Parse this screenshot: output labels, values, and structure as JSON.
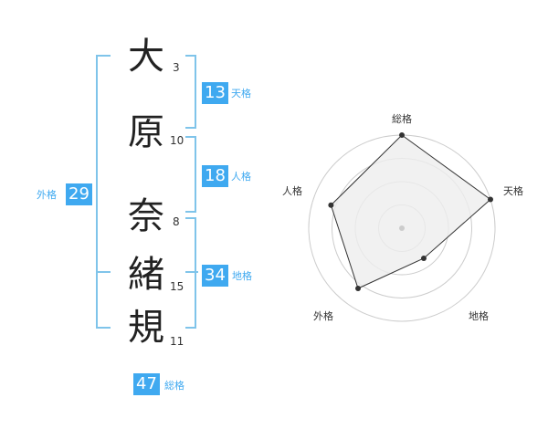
{
  "name": {
    "characters": [
      {
        "char": "大",
        "strokes": "3"
      },
      {
        "char": "原",
        "strokes": "10"
      },
      {
        "char": "奈",
        "strokes": "8"
      },
      {
        "char": "緒",
        "strokes": "15"
      },
      {
        "char": "規",
        "strokes": "11"
      }
    ]
  },
  "fortunes": {
    "tenkaku": {
      "value": "13",
      "label": "天格"
    },
    "jinkaku": {
      "value": "18",
      "label": "人格"
    },
    "chikaku": {
      "value": "34",
      "label": "地格"
    },
    "gaikaku": {
      "value": "29",
      "label": "外格"
    },
    "soukaku": {
      "value": "47",
      "label": "総格"
    }
  },
  "chart_data": {
    "type": "radar",
    "axes": [
      "総格",
      "天格",
      "地格",
      "外格",
      "人格"
    ],
    "values": [
      5,
      5,
      2,
      4,
      4
    ],
    "range": [
      0,
      5
    ],
    "rings": 4,
    "colors": {
      "fill": "#eeeeee",
      "line": "#333333",
      "ring": "#cccccc",
      "center": "#cccccc"
    }
  },
  "colors": {
    "accent": "#3fa9f0",
    "bracket": "#7fc4ea"
  }
}
